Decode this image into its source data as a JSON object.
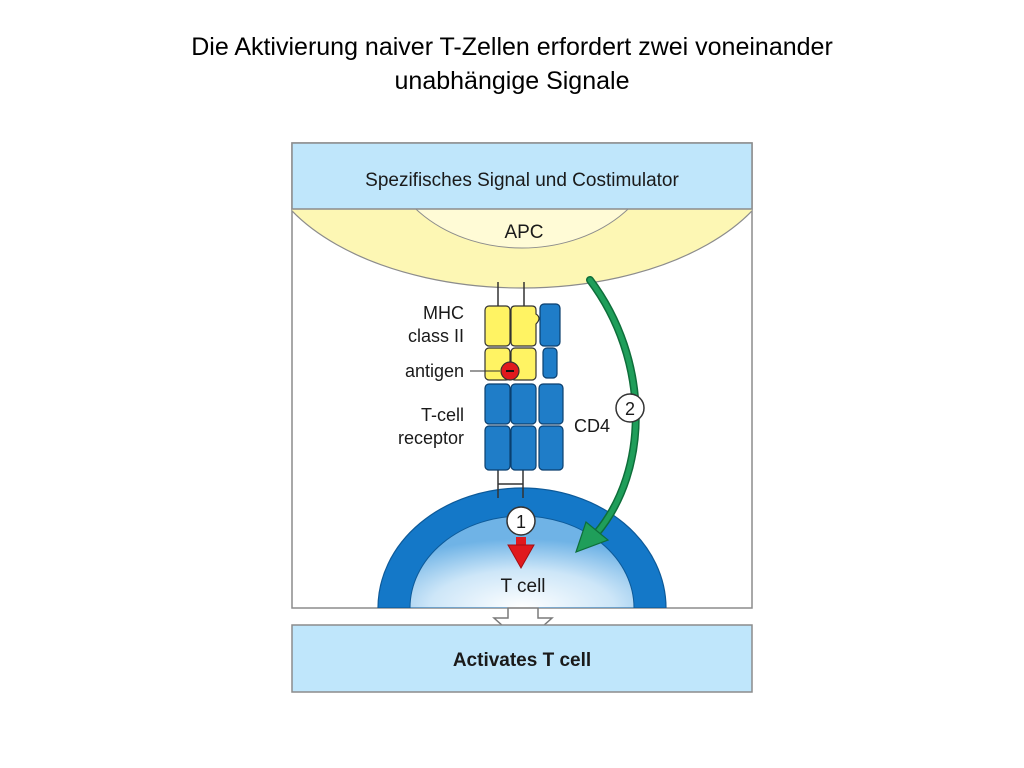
{
  "slide": {
    "title_line1": "Die Aktivierung naiver T-Zellen erfordert zwei voneinander",
    "title_line2": "unabhängige Signale"
  },
  "figure": {
    "header": "Spezifisches Signal und Costimulator",
    "apc_label": "APC",
    "mhc_label_line1": "MHC",
    "mhc_label_line2": "class II",
    "antigen_label": "antigen",
    "tcr_label_line1": "T-cell",
    "tcr_label_line2": "receptor",
    "cd4_label": "CD4",
    "signal1_number": "1",
    "signal2_number": "2",
    "tcell_label": "T cell",
    "result": "Activates T cell"
  },
  "colors": {
    "panel_blue": "#bfe6fb",
    "apc_yellow": "#fdf7b4",
    "apc_inner_yellow": "#fffbd6",
    "mhc_yellow": "#fff363",
    "receptor_blue": "#1f7dc8",
    "tcell_blue": "#1478c8",
    "arrow_green": "#1f9e5a",
    "arrow_red": "#e0191d",
    "border_gray": "#8c8c8c"
  }
}
